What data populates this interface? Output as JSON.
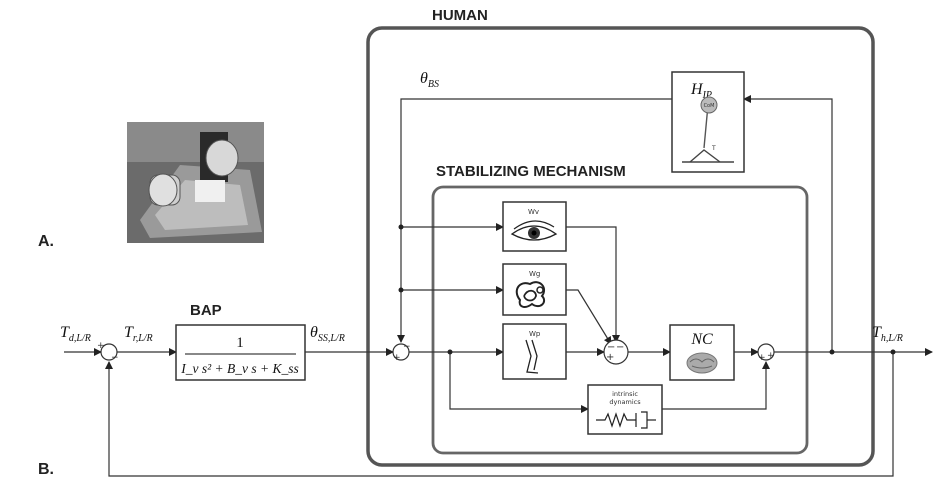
{
  "panel_labels": {
    "a": "A.",
    "b": "B."
  },
  "groups": {
    "human": "HUMAN",
    "stabilizing": "STABILIZING MECHANISM"
  },
  "bap": {
    "title": "BAP",
    "numerator": "1",
    "denominator": "I_v s² + B_v s + K_ss"
  },
  "signals": {
    "td": {
      "main": "T",
      "sub": "d,L/R"
    },
    "tr": {
      "main": "T",
      "sub": "r,L/R"
    },
    "theta_ss": {
      "main": "θ",
      "sub": "SS,L/R"
    },
    "theta_bs": {
      "main": "θ",
      "sub": "BS"
    },
    "th": {
      "main": "T",
      "sub": "h,L/R"
    }
  },
  "blocks": {
    "hip": {
      "main": "H",
      "sub": "IP",
      "com": "CoM",
      "torque": "T"
    },
    "wv": "Wv",
    "wg": "Wg",
    "wp": "Wp",
    "nc": "NC",
    "intrinsic_line1": "intrinsic",
    "intrinsic_line2": "dynamics"
  },
  "signs": {
    "plus": "+",
    "minus": "−"
  },
  "colors": {
    "frame": "#555555",
    "wire": "#333333",
    "photo_bg": "#6b6b6b"
  },
  "icons": {
    "eye": "eye-icon",
    "vestibular": "inner-ear-icon",
    "leg": "leg-icon",
    "brain": "brain-icon",
    "spring_damper": "spring-damper-icon",
    "pendulum": "inverted-pendulum-icon"
  }
}
